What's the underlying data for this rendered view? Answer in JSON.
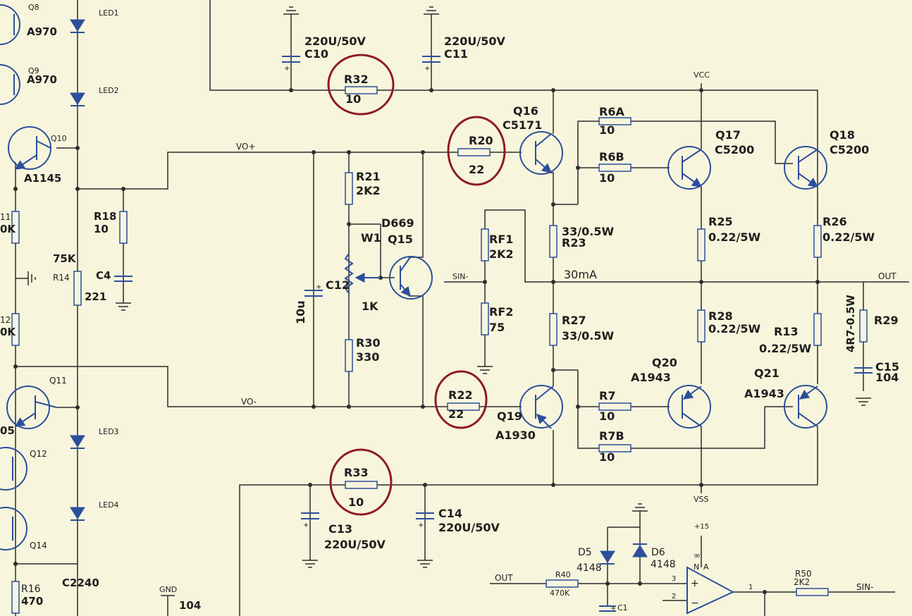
{
  "nets": {
    "vo_plus": "VO+",
    "vo_minus": "VO-",
    "vcc": "VCC",
    "vss": "VSS",
    "sin_in": "SIN-",
    "out": "OUT",
    "out2": "OUT",
    "sin_out": "SIN-",
    "gnd": "GND",
    "plus15": "+15",
    "bias_current": "30mA"
  },
  "transistors": {
    "q8": {
      "name": "Q8",
      "part": "A970"
    },
    "q9": {
      "name": "Q9",
      "part": "A970"
    },
    "q10": {
      "name": "Q10",
      "part": "A1145"
    },
    "q11": {
      "name": "Q11",
      "part": ""
    },
    "q12": {
      "name": "Q12",
      "part": ""
    },
    "q14": {
      "name": "Q14",
      "part": "C2240"
    },
    "q15": {
      "name": "Q15",
      "part": "D669"
    },
    "q16": {
      "name": "Q16",
      "part": "C5171"
    },
    "q17": {
      "name": "Q17",
      "part": "C5200"
    },
    "q18": {
      "name": "Q18",
      "part": "C5200"
    },
    "q19": {
      "name": "Q19",
      "part": "A1930"
    },
    "q20": {
      "name": "Q20",
      "part": "A1943"
    },
    "q21": {
      "name": "Q21",
      "part": "A1943"
    },
    "q11_partial": "05"
  },
  "leds": [
    "LED1",
    "LED2",
    "LED3",
    "LED4"
  ],
  "resistors": {
    "r32": {
      "name": "R32",
      "value": "10"
    },
    "r33": {
      "name": "R33",
      "value": "10"
    },
    "r20": {
      "name": "R20",
      "value": "22"
    },
    "r22": {
      "name": "R22",
      "value": "22"
    },
    "r21": {
      "name": "R21",
      "value": "2K2"
    },
    "w1": {
      "name": "W1",
      "value": "1K"
    },
    "r30": {
      "name": "R30",
      "value": "330"
    },
    "r18": {
      "name": "R18",
      "value": "10"
    },
    "r14": {
      "name": "R14",
      "value": "221",
      "extra": "75K"
    },
    "r11_partial": {
      "name": "11",
      "value": "0K"
    },
    "r12_partial": {
      "name": "12",
      "value": "0K"
    },
    "r16": {
      "name": "R16",
      "value": "470"
    },
    "rf1": {
      "name": "RF1",
      "value": "2K2"
    },
    "rf2": {
      "name": "RF2",
      "value": "75"
    },
    "r23": {
      "name": "R23",
      "value": "33/0.5W"
    },
    "r27": {
      "name": "R27",
      "value": "33/0.5W"
    },
    "r6a": {
      "name": "R6A",
      "value": "10"
    },
    "r6b": {
      "name": "R6B",
      "value": "10"
    },
    "r7": {
      "name": "R7",
      "value": "10"
    },
    "r7b": {
      "name": "R7B",
      "value": "10"
    },
    "r25": {
      "name": "R25",
      "value": "0.22/5W"
    },
    "r26": {
      "name": "R26",
      "value": "0.22/5W"
    },
    "r28": {
      "name": "R28",
      "value": "0.22/5W"
    },
    "r13": {
      "name": "R13",
      "value": "0.22/5W"
    },
    "r29": {
      "name": "R29",
      "value": "4R7-0.5W"
    },
    "r40": {
      "name": "R40",
      "value": "470K"
    },
    "r50": {
      "name": "R50",
      "value": "2K2"
    }
  },
  "capacitors": {
    "c10": {
      "name": "C10",
      "value": "220U/50V"
    },
    "c11": {
      "name": "C11",
      "value": "220U/50V"
    },
    "c13": {
      "name": "C13",
      "value": "220U/50V"
    },
    "c14": {
      "name": "C14",
      "value": "220U/50V"
    },
    "c12": {
      "name": "C12",
      "value": "10u"
    },
    "c4": {
      "name": "C4"
    },
    "c15": {
      "name": "C15",
      "value": "104"
    },
    "c1": {
      "name": "C1"
    },
    "gnd_cap_value": "104"
  },
  "diodes": {
    "d5": {
      "name": "D5",
      "value": "4148"
    },
    "d6": {
      "name": "D6",
      "value": "4148"
    }
  },
  "opamp": {
    "label": "A",
    "plus": "+",
    "minus": "−",
    "pin3": "3",
    "pin2": "2",
    "pin1": "1",
    "n_label": "N",
    "inf": "∞"
  },
  "polarity_plus": "+"
}
